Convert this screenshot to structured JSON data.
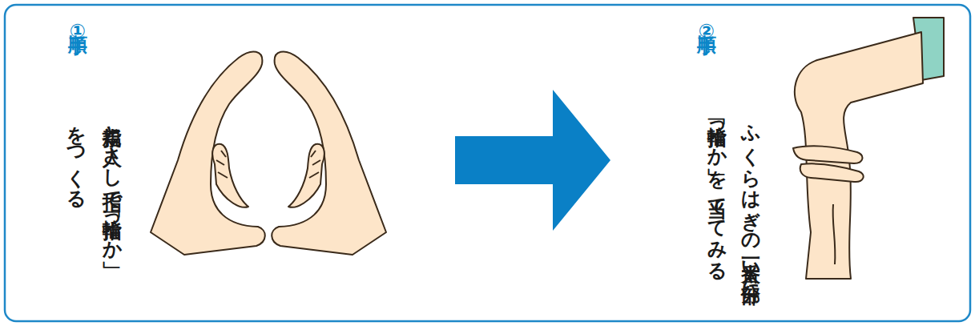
{
  "diagram": {
    "nodes": [
      {
        "text": [
          "手順①",
          "親指と人さし指で 「指輪っか」をつくる"
        ]
      },
      {
        "text": [
          "手順②",
          "ふくらはぎの 一番太い部分に 「指輪っか」を 当ててみる"
        ]
      }
    ],
    "edges": [
      {
        "from": 0,
        "to": 1,
        "arrow": "to"
      }
    ]
  }
}
